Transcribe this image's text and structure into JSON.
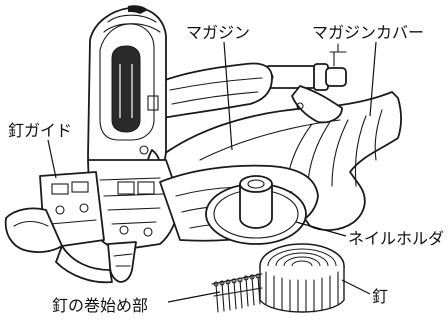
{
  "labels": {
    "magazine": "マガジン",
    "magazine_cover": "マガジンカバー",
    "nail_guide": "釘ガイド",
    "nail_holder": "ネイルホルダ",
    "nail": "釘",
    "nail_coil_start": "釘の巻始め部"
  }
}
